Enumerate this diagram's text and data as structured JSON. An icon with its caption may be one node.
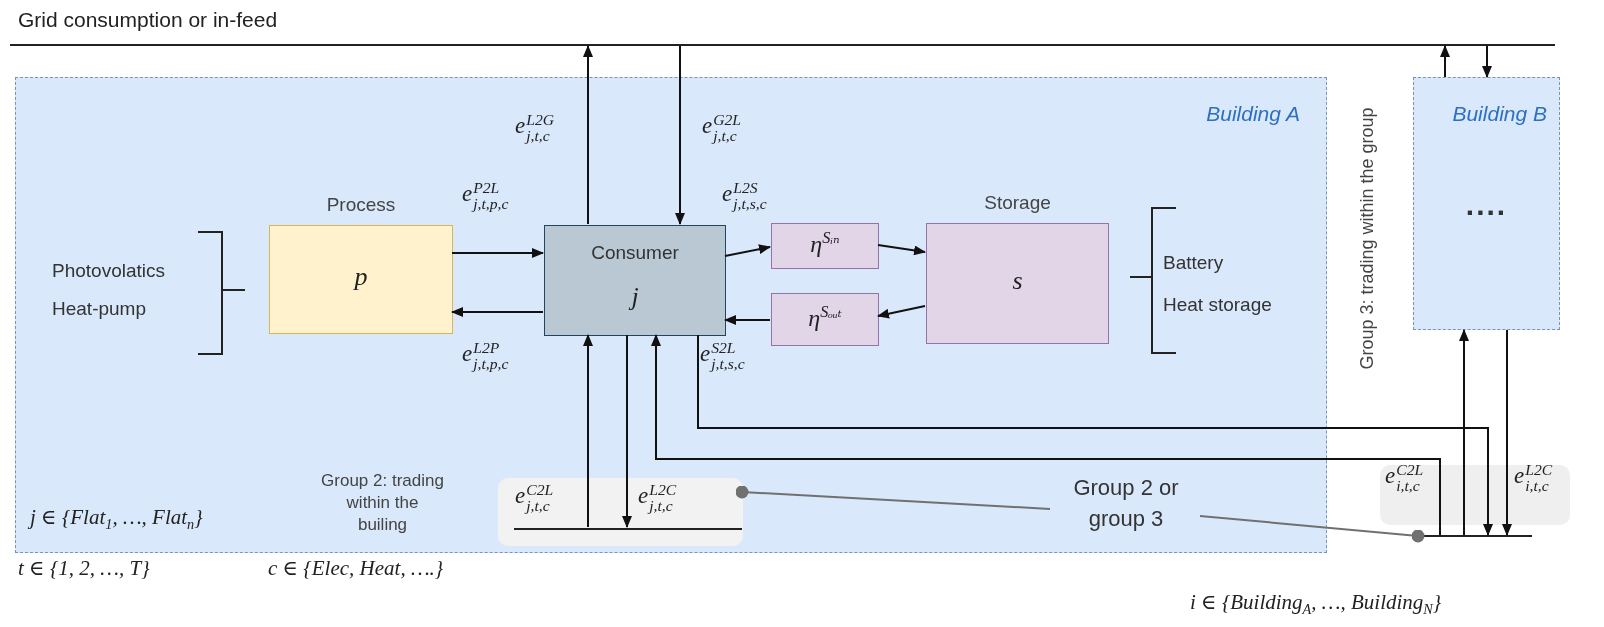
{
  "diagram": {
    "nodes": [
      {
        "text": [
          "Grid consumption or in-feed"
        ]
      },
      {
        "text": [
          "Building A"
        ]
      },
      {
        "text": [
          "Process",
          "p"
        ],
        "in": 1
      },
      {
        "text": [
          "Consumer",
          "j"
        ],
        "in": 1
      },
      {
        "text": [
          "η$^{Sᵢₙ}$"
        ],
        "in": 1
      },
      {
        "text": [
          "η$^{Sₒᵤₜ}$"
        ],
        "in": 1
      },
      {
        "text": [
          "Storage",
          "s"
        ],
        "in": 1
      },
      {
        "text": [],
        "shape": "box",
        "in": 1
      },
      {
        "text": [],
        "shape": "bar",
        "in": 7
      },
      {
        "text": [
          "Group 2 or group 3"
        ],
        "in": 1
      },
      {
        "text": [
          "Building B",
          "...."
        ]
      },
      {
        "text": [],
        "shape": "bar"
      }
    ],
    "edges": [
      {
        "from": 3,
        "to": 0,
        "arrow": "to",
        "label": "e$^{L2G}$$_{j,t,c}$"
      },
      {
        "from": 0,
        "to": 3,
        "arrow": "to",
        "label": "e$^{G2L}$$_{j,t,c}$"
      },
      {
        "from": 2,
        "to": 3,
        "arrow": "to",
        "label": "e$^{P2L}$$_{j,t,p,c}$"
      },
      {
        "from": 3,
        "to": 2,
        "arrow": "to",
        "label": "e$^{L2P}$$_{j,t,p,c}$"
      },
      {
        "from": 3,
        "to": 4,
        "arrow": "to",
        "label": "e$^{L2S}$$_{j,t,s,c}$"
      },
      {
        "from": 4,
        "to": 6,
        "arrow": "to"
      },
      {
        "from": 6,
        "to": 5,
        "arrow": "to"
      },
      {
        "from": 5,
        "to": 3,
        "arrow": "to",
        "label": "e$^{S2L}$$_{j,t,s,c}$"
      },
      {
        "from": 8,
        "to": 3,
        "arrow": "to",
        "label": "e$^{C2L}$$_{j,t,c}$"
      },
      {
        "from": 3,
        "to": 8,
        "arrow": "to",
        "label": "e$^{L2C}$$_{j,t,c}$"
      },
      {
        "from": 3,
        "to": 11,
        "arrow": "to"
      },
      {
        "from": 11,
        "to": 3,
        "arrow": "to",
        "label": "e$^{C2L}$$_{i,t,c}$"
      },
      {
        "from": 10,
        "to": 0,
        "arrow": "to"
      },
      {
        "from": 0,
        "to": 10,
        "arrow": "to"
      },
      {
        "from": 11,
        "to": 10,
        "arrow": "to"
      },
      {
        "from": 10,
        "to": 11,
        "arrow": "to",
        "label": "e$^{L2C}$$_{i,t,c}$"
      },
      {
        "from": 9,
        "to": 7,
        "arrow": "other",
        "color": "#707070"
      },
      {
        "from": 9,
        "to": 11,
        "arrow": "other",
        "color": "#707070"
      }
    ],
    "labels": [
      "Photovolatics",
      "Heat-pump",
      "Battery",
      "Heat storage",
      "Group 3: trading within the group",
      "Group 2: trading within the builing",
      "j ∈ {Flat$_{1}$, …, Flat$_{n}$}",
      "t ∈ {1, 2, …, T}",
      "c ∈ {Elec, Heat, ….}",
      "i ∈ {Building$_{A}$, …, Building$_{N}$}"
    ]
  }
}
